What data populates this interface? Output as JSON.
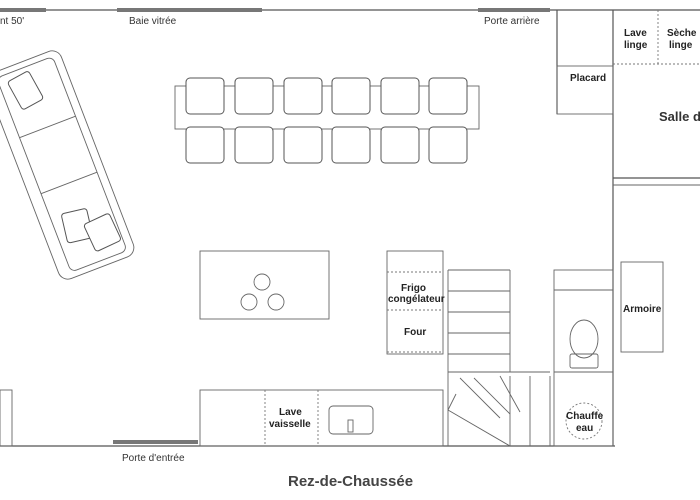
{
  "labels": {
    "top_left_partial": "nt 50'",
    "baie_vitree": "Baie vitrée",
    "porte_arriere": "Porte arrière",
    "lave_linge_1": "Lave",
    "lave_linge_2": "linge",
    "seche_linge_1": "Sèche",
    "seche_linge_2": "linge",
    "placard": "Placard",
    "salle_partial": "Salle d",
    "frigo_1": "Frigo",
    "frigo_2": "congélateur",
    "four": "Four",
    "armoire": "Armoire",
    "lave_vaisselle_1": "Lave",
    "lave_vaisselle_2": "vaisselle",
    "chauffe_eau_1": "Chauffe",
    "chauffe_eau_2": "eau",
    "porte_entree": "Porte d'entrée"
  },
  "title": "Rez-de-Chaussée"
}
